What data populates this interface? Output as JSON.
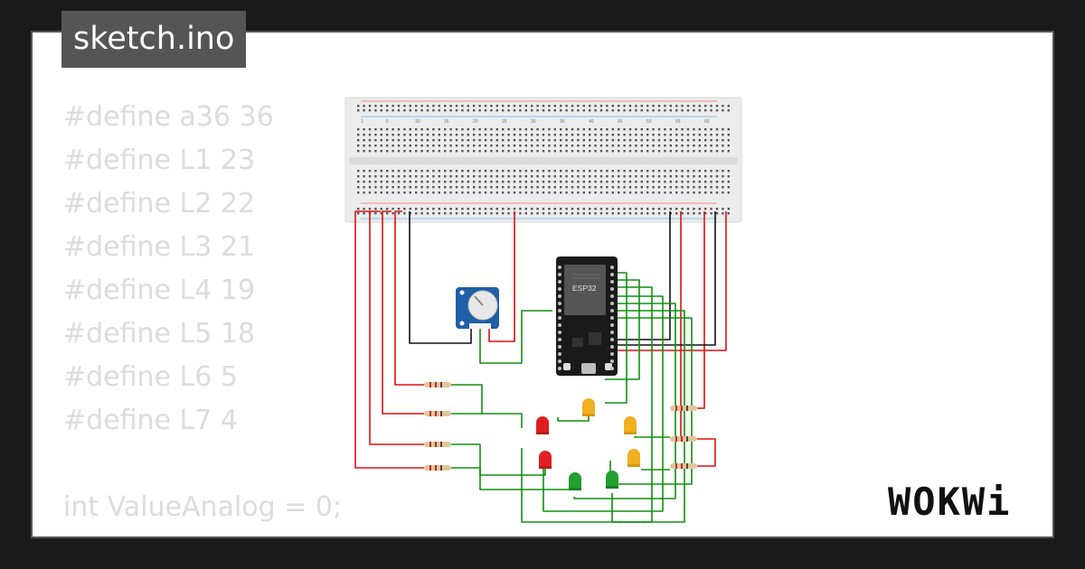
{
  "file_tab": {
    "label": "sketch.ino"
  },
  "code": {
    "lines": [
      "#define a36 36",
      "#define L1 23",
      "#define L2 22",
      "#define L3 21",
      "#define L4 19",
      "#define L5 18",
      "#define L6 5",
      "#define L7 4",
      "",
      "int ValueAnalog = 0;",
      "int ...ValueAnalog... = 0;"
    ]
  },
  "board": {
    "label": "ESP32"
  },
  "breadboard": {
    "column_numbers": [
      "1",
      "5",
      "10",
      "15",
      "20",
      "25",
      "30",
      "35",
      "40",
      "45",
      "50",
      "55",
      "60"
    ]
  },
  "brand": {
    "name": "WOKWi"
  },
  "colors": {
    "wire_red": "#dd1111",
    "wire_green": "#109010",
    "wire_black": "#111111",
    "led_red": "#e02020",
    "led_yellow": "#f0b020",
    "led_green": "#22a030",
    "pot_blue": "#1e5fa8"
  }
}
